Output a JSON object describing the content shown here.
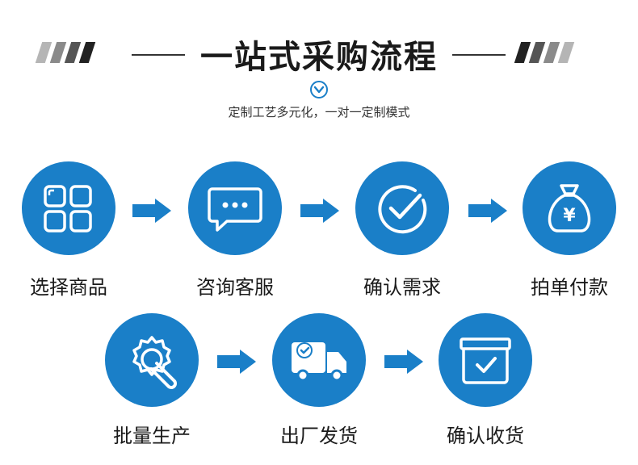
{
  "header": {
    "title": "一站式采购流程",
    "subtitle": "定制工艺多元化，一对一定制模式"
  },
  "steps": [
    {
      "label": "选择商品",
      "icon": "grid-icon"
    },
    {
      "label": "咨询客服",
      "icon": "chat-bubble-icon"
    },
    {
      "label": "确认需求",
      "icon": "check-circle-icon"
    },
    {
      "label": "拍单付款",
      "icon": "money-bag-icon"
    },
    {
      "label": "批量生产",
      "icon": "gear-wrench-icon"
    },
    {
      "label": "出厂发货",
      "icon": "delivery-truck-icon"
    },
    {
      "label": "确认收货",
      "icon": "box-check-icon"
    }
  ],
  "symbols": {
    "yuan": "¥"
  },
  "colors": {
    "accent": "#1a7fc8",
    "title": "#1a1a1a"
  }
}
